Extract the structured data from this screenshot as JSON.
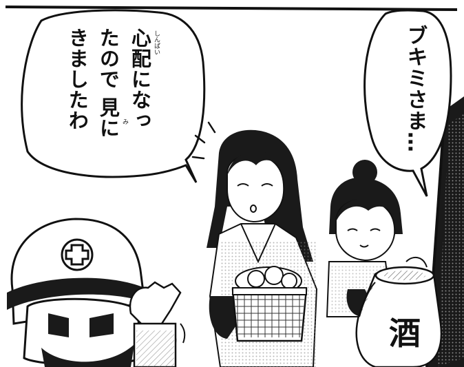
{
  "panel": {
    "bubble_left": {
      "lines": [
        "心配になっ",
        "たので 見に",
        "きましたわ"
      ],
      "ruby": [
        {
          "base": "心配",
          "reading": "しんぱい"
        },
        {
          "base": "見",
          "reading": "み"
        }
      ]
    },
    "bubble_right": {
      "text": "ブキミさま…"
    },
    "jar": {
      "label": "酒"
    }
  },
  "colors": {
    "ink": "#111111",
    "paper": "#ffffff",
    "dark_fill": "#1a1a1a",
    "halftone": "#bdbdbd"
  }
}
